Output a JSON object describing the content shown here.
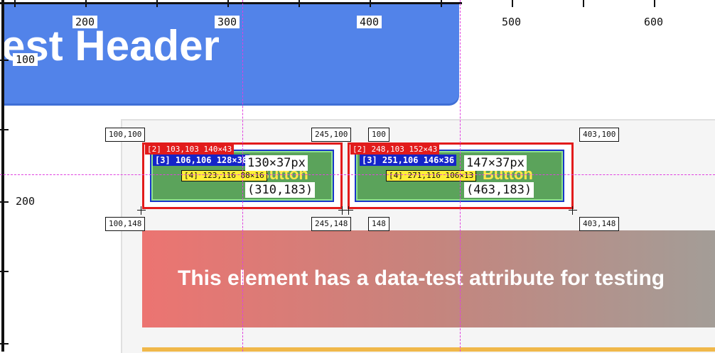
{
  "page": {
    "header_text": "est Header",
    "banner_text": "This element has a data-test attribute for testing"
  },
  "ruler": {
    "top_labels": [
      "200",
      "300",
      "400",
      "500",
      "600"
    ],
    "left_labels": [
      "100",
      "200"
    ]
  },
  "buttons": [
    {
      "label": "Button",
      "outer_tag": "[2] 103,103 140×43",
      "blue_tag": "[3] 106,106 128×38",
      "yellow_tag": "[4] 123,116 88×16",
      "size": "130×37px",
      "center": "(310,183)",
      "coords": {
        "tl": "100,100",
        "tr": "245,100",
        "bl": "100,148",
        "br": "245,148"
      }
    },
    {
      "label": "Button",
      "outer_tag": "[2] 248,103 152×43",
      "blue_tag": "[3] 251,106 146×36",
      "yellow_tag": "[4] 271,116 106×13",
      "size": "147×37px",
      "center": "(463,183)",
      "coords": {
        "tl": "100",
        "tr": "403,100",
        "bl": "148",
        "br": "403,148"
      }
    }
  ],
  "colors": {
    "header": "#5283e9",
    "overlay_red": "#e21b1b",
    "overlay_blue": "#1424c9",
    "button_fill": "#5ba35b",
    "label_yellow": "#ffe94a",
    "guide": "#e040e0"
  }
}
